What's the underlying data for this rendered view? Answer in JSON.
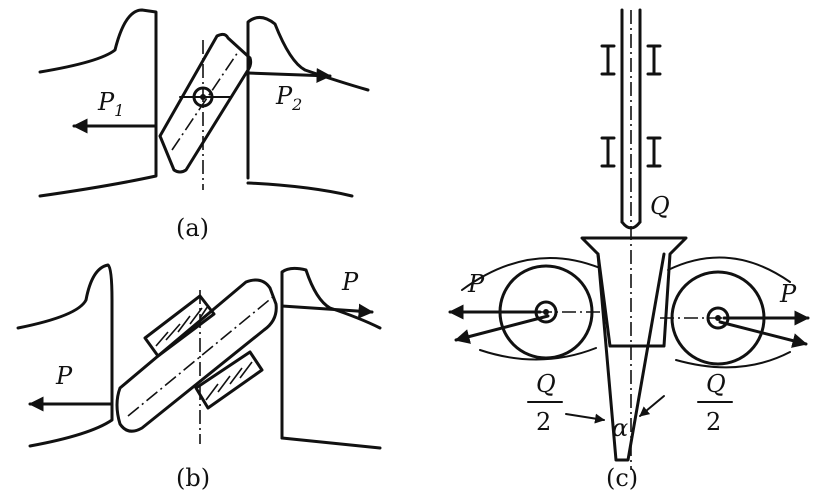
{
  "panels": {
    "a": {
      "caption": "(a)",
      "force_left": {
        "main": "P",
        "sub": "1"
      },
      "force_right": {
        "main": "P",
        "sub": "2"
      }
    },
    "b": {
      "caption": "(b)",
      "force_left": "P",
      "force_right": "P"
    },
    "c": {
      "caption": "(c)",
      "load": "Q",
      "force_left": "P",
      "force_right": "P",
      "half_left": {
        "num": "Q",
        "den": "2"
      },
      "half_right": {
        "num": "Q",
        "den": "2"
      },
      "angle": "α"
    }
  }
}
